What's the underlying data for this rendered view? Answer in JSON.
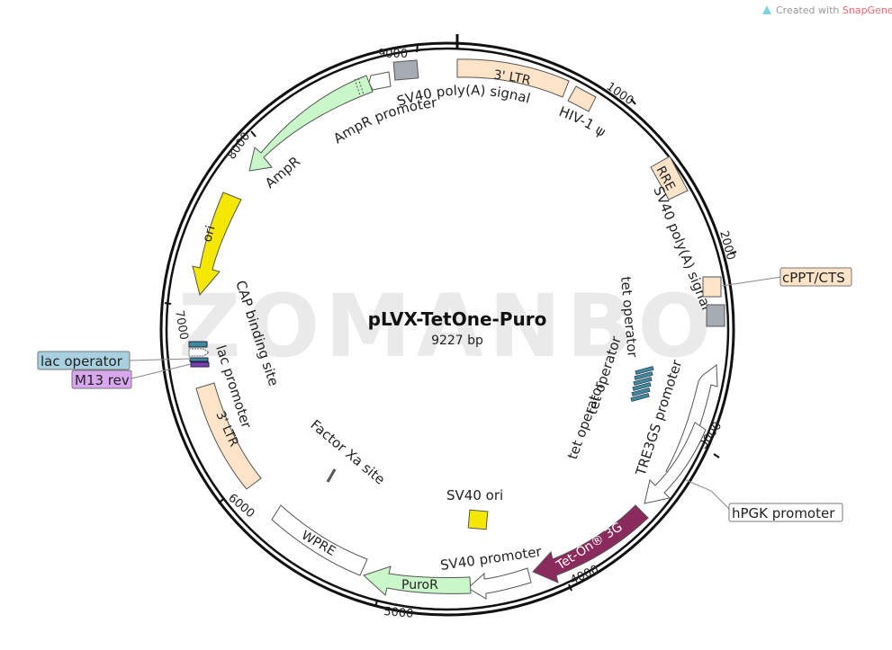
{
  "credit": {
    "prefix": "Created with ",
    "brand": "SnapGene",
    "reg": "®"
  },
  "watermark": "ZOMANBO",
  "plasmid": {
    "name": "pLVX-TetOne-Puro",
    "size": "9227 bp"
  },
  "ticks": [
    "9000",
    "1000",
    "2000",
    "3000",
    "4000",
    "5000",
    "6000",
    "7000",
    "8000"
  ],
  "features": {
    "ltr3_top": {
      "label": "3' LTR",
      "color": "#fde3c8"
    },
    "hiv_psi": {
      "label": "HIV-1 ψ",
      "color": "#fde3c8"
    },
    "rre": {
      "label": "RRE",
      "color": "#fde3c8"
    },
    "cppt": {
      "label": "cPPT/CTS",
      "color": "#fde3c8"
    },
    "sv40_polya_top": {
      "label": "SV40 poly(A) signal",
      "color": "#a7abb3"
    },
    "sv40_polya_right": {
      "label": "SV40 poly(A) signal",
      "color": "#a7abb3"
    },
    "tet_operator_a": {
      "label": "tet operator",
      "color": "#3f8a9a"
    },
    "tet_operator_b": {
      "label": "tet operator",
      "color": "#3f8a9a"
    },
    "tet_operator_c": {
      "label": "tet operator",
      "color": "#3f8a9a"
    },
    "tre3gs": {
      "label": "TRE3GS promoter",
      "color": "#ffffff"
    },
    "hpgk": {
      "label": "hPGK promoter",
      "color": "#ffffff"
    },
    "teton": {
      "label": "Tet-On® 3G",
      "color": "#8b2a5c"
    },
    "sv40_promoter": {
      "label": "SV40 promoter",
      "color": "#ffffff"
    },
    "sv40_ori": {
      "label": "SV40 ori",
      "color": "#f5e800"
    },
    "puror": {
      "label": "PuroR",
      "color": "#c9f7c9"
    },
    "wpre": {
      "label": "WPRE",
      "color": "#ffffff"
    },
    "factor_xa": {
      "label": "Factor Xa site"
    },
    "ltr3_left": {
      "label": "3' LTR",
      "color": "#fde3c8"
    },
    "lac_promoter": {
      "label": "lac promoter",
      "color": "#ffffff"
    },
    "cap_site": {
      "label": "CAP binding site",
      "color": "#3f8a9a"
    },
    "lac_operator": {
      "label": "lac operator",
      "color": "#a9d0e0"
    },
    "m13_rev": {
      "label": "M13 rev",
      "color": "#d9a6f0"
    },
    "ori": {
      "label": "ori",
      "color": "#f5e800"
    },
    "ampr": {
      "label": "AmpR",
      "color": "#c9f7c9"
    },
    "ampr_promoter": {
      "label": "AmpR promoter",
      "color": "#ffffff"
    }
  }
}
